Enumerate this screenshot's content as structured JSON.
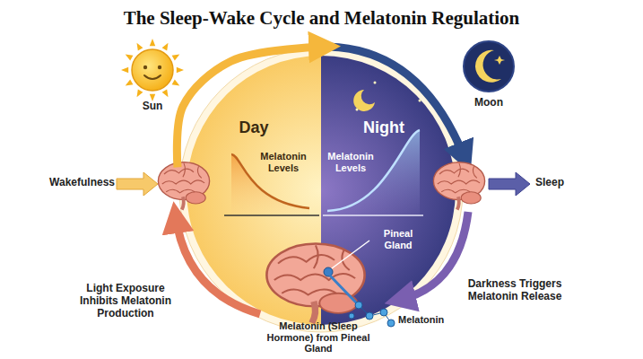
{
  "diagram": {
    "title": "The Sleep-Wake Cycle and Melatonin Regulation",
    "nodes": [
      {
        "text": [
          "Day",
          "Melatonin Levels"
        ]
      },
      {
        "text": [
          "Night",
          "Melatonin Levels"
        ]
      }
    ],
    "edges": [
      {
        "from": 0,
        "to": 1,
        "arrow": "to"
      }
    ],
    "labels": [
      "Sun",
      "Moon",
      "Wakefulness",
      "Sleep",
      "Pineal Gland",
      "Light Exposure Inhibits Melatonin Production",
      "Darkness Triggers Melatonin Release",
      "Melatonin (Sleep Hormone) from Pineal Gland",
      "Melatonin"
    ]
  }
}
